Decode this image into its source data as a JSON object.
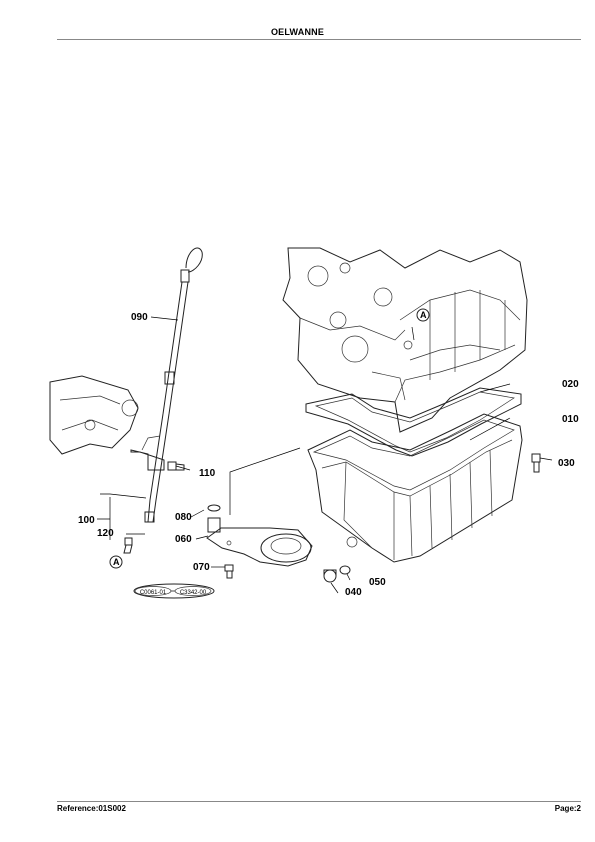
{
  "page": {
    "title": "OELWANNE",
    "footer_reference": "Reference:01S002",
    "footer_page": "Page:2"
  },
  "diagram": {
    "callouts": [
      {
        "id": "010",
        "label": "010"
      },
      {
        "id": "020",
        "label": "020"
      },
      {
        "id": "030",
        "label": "030"
      },
      {
        "id": "040",
        "label": "040"
      },
      {
        "id": "050",
        "label": "050"
      },
      {
        "id": "060",
        "label": "060"
      },
      {
        "id": "070",
        "label": "070"
      },
      {
        "id": "080",
        "label": "080"
      },
      {
        "id": "090",
        "label": "090"
      },
      {
        "id": "100",
        "label": "100"
      },
      {
        "id": "110",
        "label": "110"
      },
      {
        "id": "120",
        "label": "120"
      }
    ],
    "reference_marks": [
      "A",
      "A"
    ],
    "part_number_tags": [
      "C0061-01",
      "C3342-00"
    ]
  }
}
